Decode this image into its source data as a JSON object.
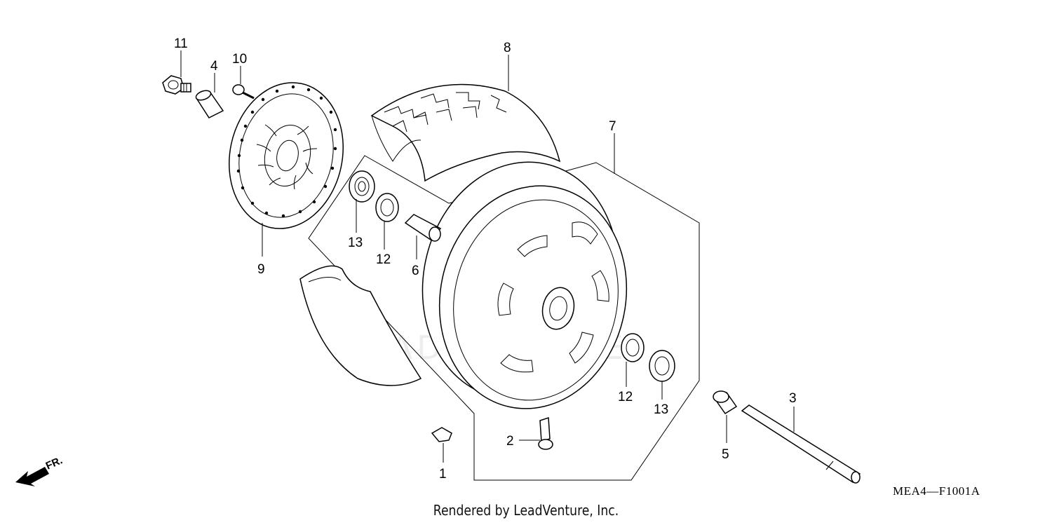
{
  "diagram": {
    "code": "MEA4—F1001A",
    "credit": "Rendered by LeadVenture, Inc.",
    "front_arrow_text": "FR.",
    "callouts": [
      {
        "id": "label-1",
        "text": "1"
      },
      {
        "id": "label-2",
        "text": "2"
      },
      {
        "id": "label-3",
        "text": "3"
      },
      {
        "id": "label-4",
        "text": "4"
      },
      {
        "id": "label-5",
        "text": "5"
      },
      {
        "id": "label-6",
        "text": "6"
      },
      {
        "id": "label-7",
        "text": "7"
      },
      {
        "id": "label-8",
        "text": "8"
      },
      {
        "id": "label-9",
        "text": "9"
      },
      {
        "id": "label-10",
        "text": "10"
      },
      {
        "id": "label-11",
        "text": "11"
      },
      {
        "id": "label-12a",
        "text": "12"
      },
      {
        "id": "label-12b",
        "text": "12"
      },
      {
        "id": "label-13a",
        "text": "13"
      },
      {
        "id": "label-13b",
        "text": "13"
      }
    ]
  }
}
